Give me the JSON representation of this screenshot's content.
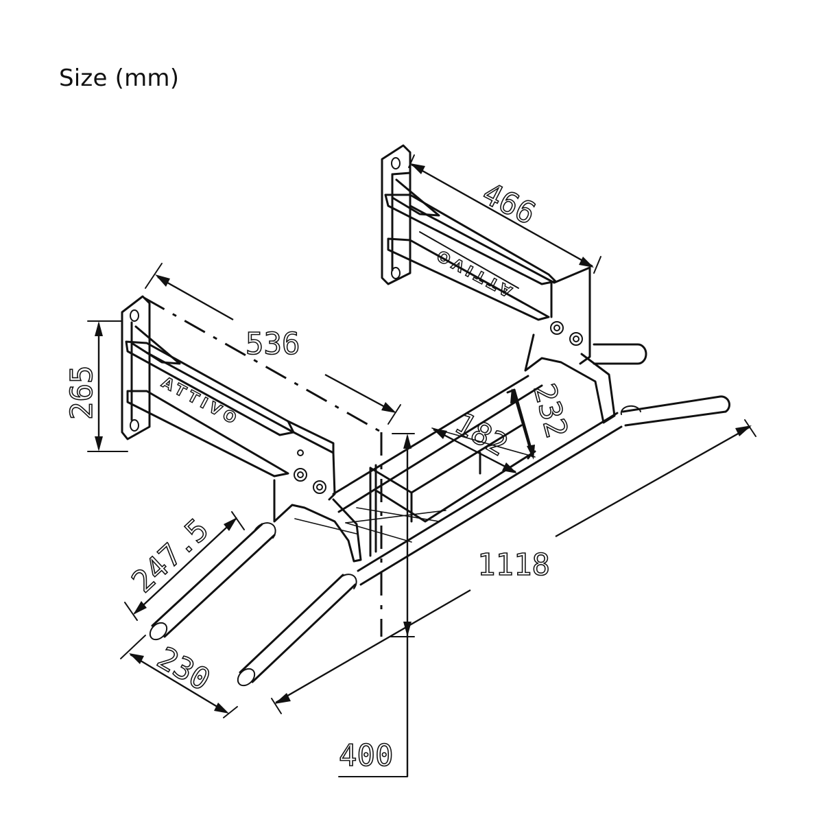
{
  "title": "Size (mm)",
  "brand_text": "ATTIVO",
  "dimensions": {
    "depth": "536",
    "bracket_spacing": "466",
    "bracket_height": "265",
    "handle_length": "247.5",
    "handle_spacing": "230",
    "overall_width": "1118",
    "drop": "400",
    "inner_width": "182",
    "inner_depth": "232"
  }
}
